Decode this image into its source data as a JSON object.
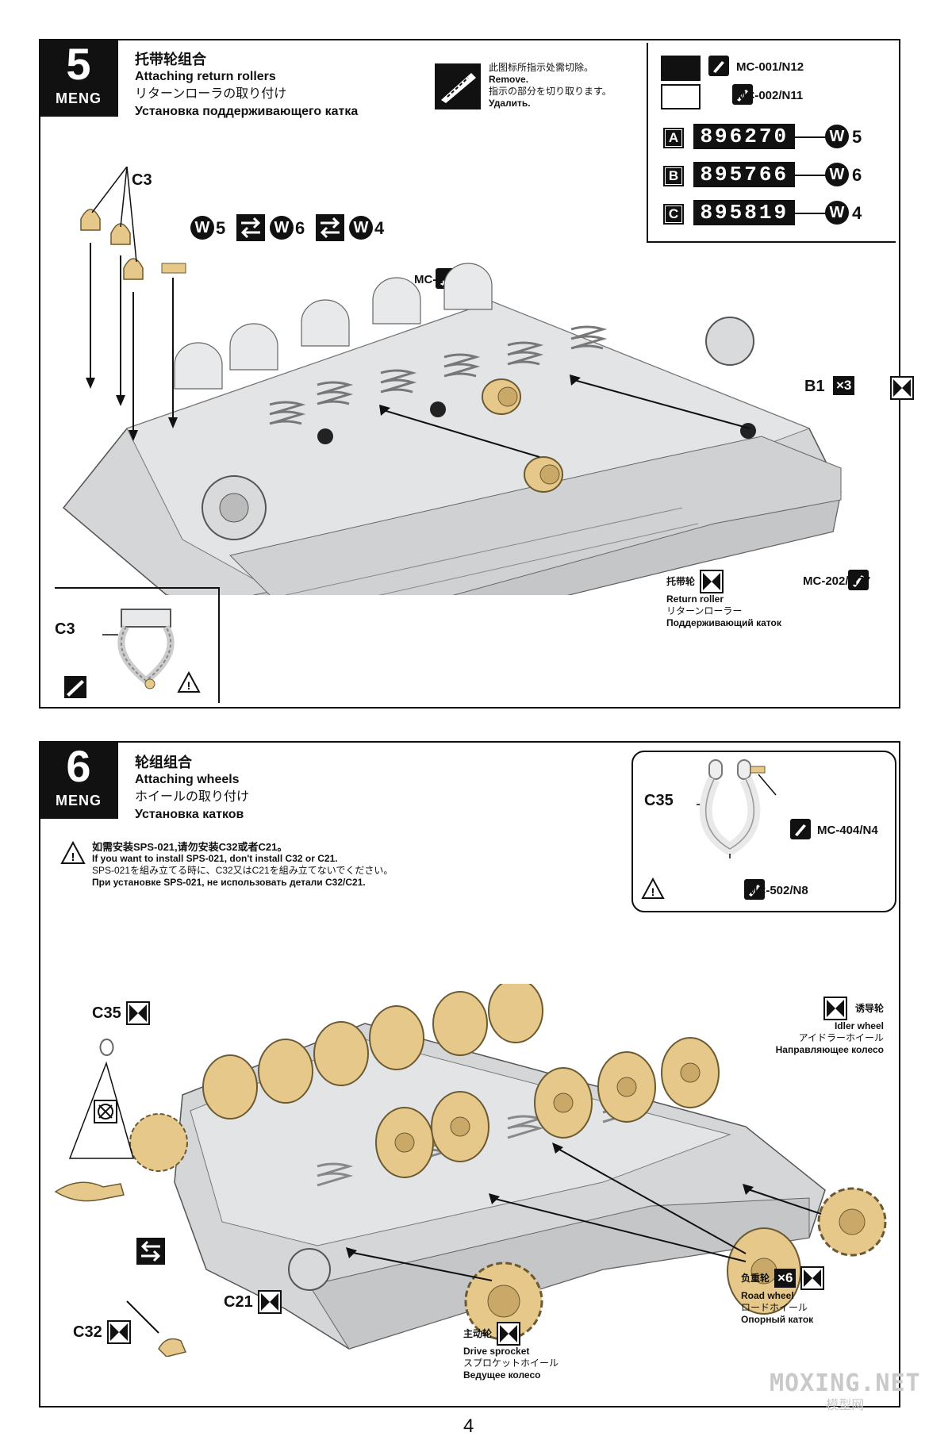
{
  "step5": {
    "number": "5",
    "brand": "MENG",
    "title_zh": "托带轮组合",
    "title_en": "Attaching return rollers",
    "title_ja": "リターンローラの取り付け",
    "title_ru": "Установка поддерживающего катка",
    "remove_note": {
      "zh": "此图标所指示处需切除。",
      "en": "Remove.",
      "ja": "指示の部分を切り取ります。",
      "ru": "Удалить."
    },
    "colors_legend": [
      {
        "code": "MC-001/N12",
        "swatch": "#111111"
      },
      {
        "code": "MC-002/N11",
        "swatch": "#ffffff"
      }
    ],
    "part_numbers": [
      {
        "letter": "A",
        "number": "896270",
        "w": "W",
        "w_num": "5"
      },
      {
        "letter": "B",
        "number": "895766",
        "w": "W",
        "w_num": "6"
      },
      {
        "letter": "C",
        "number": "895819",
        "w": "W",
        "w_num": "4"
      }
    ],
    "c3_label": "C3",
    "w_sequence": [
      {
        "w": "W",
        "n": "5"
      },
      {
        "w": "W",
        "n": "6"
      },
      {
        "w": "W",
        "n": "4"
      }
    ],
    "paint_top": "MC-202/N77",
    "paint_bottom": "MC-202/N77",
    "b1_label": "B1",
    "b1_qty": "×3",
    "return_roller": {
      "zh": "托带轮",
      "en": "Return roller",
      "ja": "リターンローラー",
      "ru": "Поддерживающий каток"
    },
    "inset_label": "C3"
  },
  "step6": {
    "number": "6",
    "brand": "MENG",
    "title_zh": "轮组组合",
    "title_en": "Attaching wheels",
    "title_ja": "ホイールの取り付け",
    "title_ru": "Установка катков",
    "warning": {
      "zh": "如需安装SPS-021,请勿安装C32或者C21。",
      "en": "If you want to install SPS-021, don't install C32 or C21.",
      "ja": "SPS-021を組み立てる時に、C32又はC21を組み立てないでください。",
      "ru": "При установке SPS-021, не использовать детали C32/C21."
    },
    "inset": {
      "label": "C35",
      "paint1": "MC-404/N4",
      "paint2": "MC-502/N8"
    },
    "c35_label": "C35",
    "c32_label": "C32",
    "c21_label": "C21",
    "idler": {
      "zh": "诱导轮",
      "en": "Idler wheel",
      "ja": "アイドラーホイール",
      "ru": "Направляющее колесо"
    },
    "road_wheel": {
      "zh": "负重轮",
      "en": "Road wheel",
      "ja": "ロードホイール",
      "ru": "Опорный каток",
      "qty": "×6"
    },
    "sprocket": {
      "zh": "主动轮",
      "en": "Drive sprocket",
      "ja": "スプロケットホイール",
      "ru": "Ведущее колесо"
    }
  },
  "watermark": {
    "main": "MOXING.NET",
    "sub": "模型网"
  },
  "page_number": "4",
  "colors": {
    "wheel_tan": "#e6c98a",
    "hull_grey": "#d4d6d8",
    "ink": "#111111"
  }
}
